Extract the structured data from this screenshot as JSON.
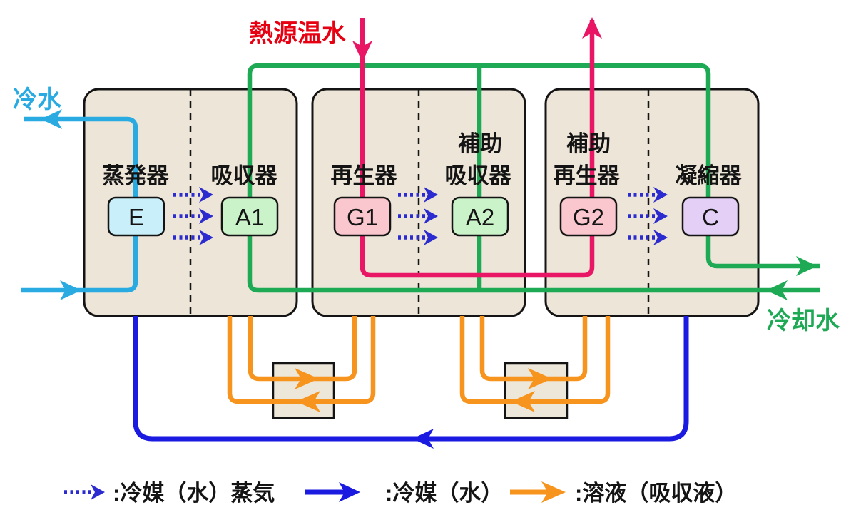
{
  "io_labels": {
    "heat_source": "熱源温水",
    "chilled_water": "冷水",
    "cooling_water": "冷却水"
  },
  "vessels": {
    "evaporator": {
      "label": "蒸発器",
      "code": "E",
      "fill": "#C9F0FA"
    },
    "absorber": {
      "label": "吸収器",
      "code": "A1",
      "fill": "#CBF3CA"
    },
    "generator": {
      "label": "再生器",
      "code": "G1",
      "fill": "#F9C7CD"
    },
    "aux_absorber": {
      "label_line1": "補助",
      "label_line2": "吸収器",
      "code": "A2",
      "fill": "#CBF3CA"
    },
    "aux_generator": {
      "label_line1": "補助",
      "label_line2": "再生器",
      "code": "G2",
      "fill": "#F9C7CD"
    },
    "condenser": {
      "label": "凝縮器",
      "code": "C",
      "fill": "#E4D0F6"
    }
  },
  "legend": {
    "vapor": ":冷媒（水）蒸気",
    "refrigerant": ":冷媒（水）",
    "solution": ":溶液（吸収液）"
  },
  "colors": {
    "heat_source_text": "#E60012",
    "heat_source_line": "#E91565",
    "chilled_water": "#29ABE2",
    "cooling_water": "#1EA955",
    "refrigerant": "#1A1AE0",
    "vapor": "#2B2BCF",
    "solution": "#F7941D"
  }
}
